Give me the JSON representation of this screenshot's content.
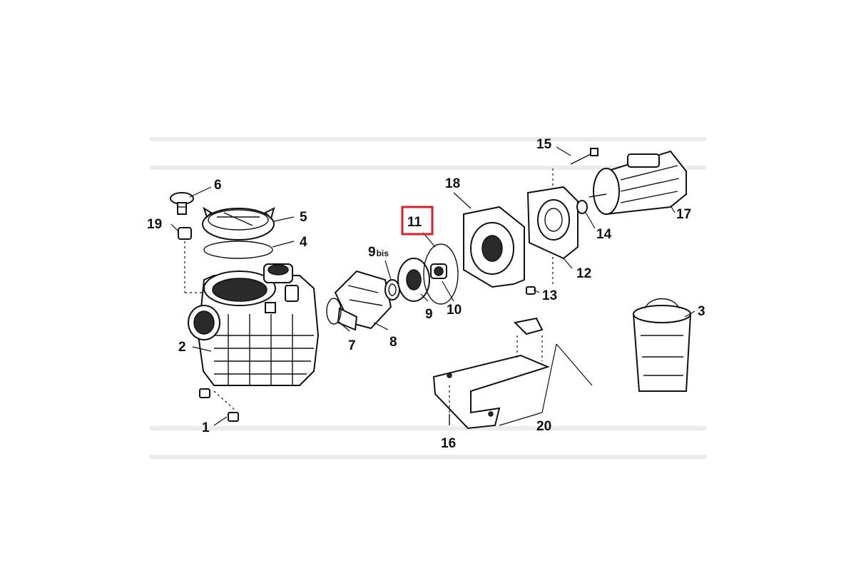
{
  "callouts": {
    "c1": "1",
    "c2": "2",
    "c3": "3",
    "c4": "4",
    "c5": "5",
    "c6": "6",
    "c7": "7",
    "c8": "8",
    "c9": "9",
    "c9bis_num": "9",
    "c9bis_sub": "bis",
    "c10": "10",
    "c11": "11",
    "c12": "12",
    "c13": "13",
    "c14": "14",
    "c15": "15",
    "c16": "16",
    "c17": "17",
    "c18": "18",
    "c19": "19",
    "c20": "20"
  },
  "highlight": {
    "part": "11",
    "color": "#d4232a"
  }
}
